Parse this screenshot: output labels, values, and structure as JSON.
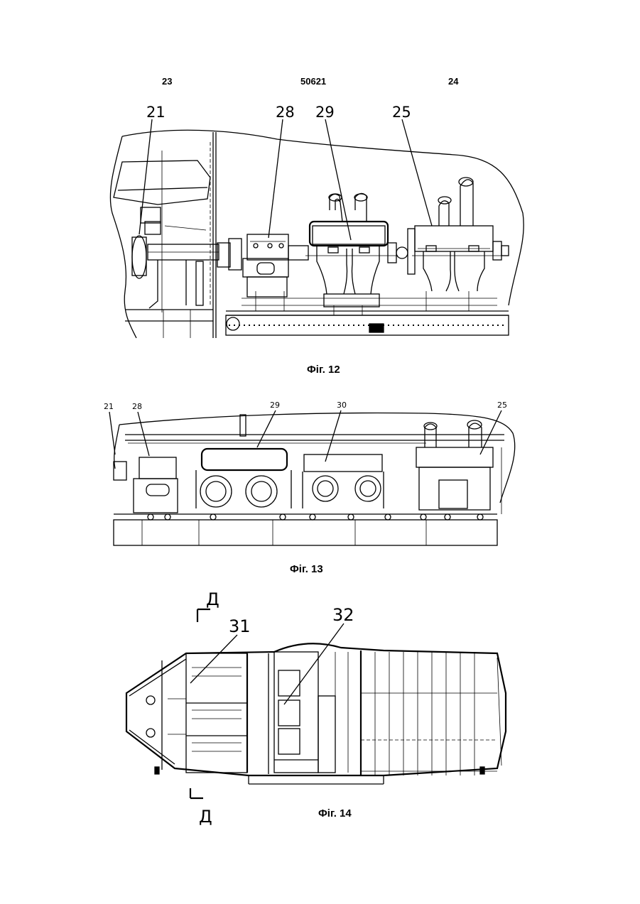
{
  "header": {
    "page_left": "23",
    "patent_number": "50621",
    "page_right": "24"
  },
  "figures": [
    {
      "caption": "Фіг. 12",
      "labels": [
        "21",
        "28",
        "29",
        "25"
      ]
    },
    {
      "caption": "Фіг. 13",
      "labels": [
        "21",
        "28",
        "29",
        "30",
        "25"
      ]
    },
    {
      "caption": "Фіг. 14",
      "labels": [
        "31",
        "32"
      ],
      "section_marks": [
        "Д",
        "Д"
      ]
    }
  ]
}
